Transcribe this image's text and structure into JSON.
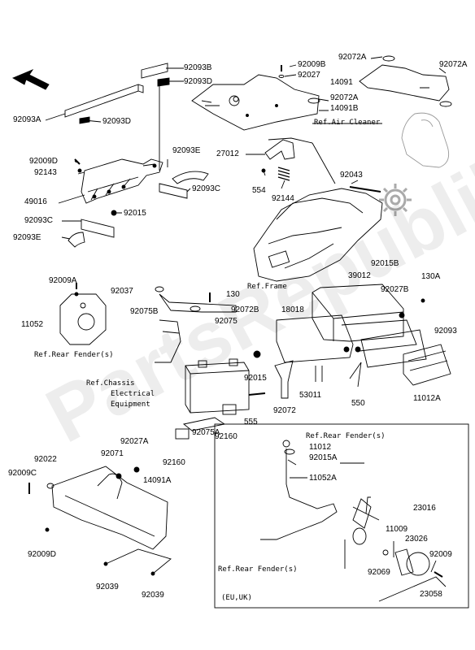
{
  "watermark": "PartsRepublik",
  "labels": [
    {
      "id": "l01",
      "text": "92093B"
    },
    {
      "id": "l02",
      "text": "92093D"
    },
    {
      "id": "l03",
      "text": "92093A"
    },
    {
      "id": "l04",
      "text": "92093D"
    },
    {
      "id": "l05",
      "text": "92009D"
    },
    {
      "id": "l06",
      "text": "92143"
    },
    {
      "id": "l07",
      "text": "92093E"
    },
    {
      "id": "l08",
      "text": "49016"
    },
    {
      "id": "l09",
      "text": "92093C"
    },
    {
      "id": "l10",
      "text": "92015"
    },
    {
      "id": "l11",
      "text": "92093C"
    },
    {
      "id": "l12",
      "text": "92093E"
    },
    {
      "id": "l13",
      "text": "92009B"
    },
    {
      "id": "l14",
      "text": "92027"
    },
    {
      "id": "l15",
      "text": "92072A"
    },
    {
      "id": "l16",
      "text": "92072A"
    },
    {
      "id": "l17",
      "text": "14091"
    },
    {
      "id": "l18",
      "text": "92072A"
    },
    {
      "id": "l19",
      "text": "14091B"
    },
    {
      "id": "l20",
      "text": "27012"
    },
    {
      "id": "l21",
      "text": "554"
    },
    {
      "id": "l22",
      "text": "92144"
    },
    {
      "id": "l23",
      "text": "92043"
    },
    {
      "id": "l24",
      "text": "92015B"
    },
    {
      "id": "l25",
      "text": "92009A"
    },
    {
      "id": "l26",
      "text": "11052"
    },
    {
      "id": "l27",
      "text": "92037"
    },
    {
      "id": "l28",
      "text": "130"
    },
    {
      "id": "l29",
      "text": "92075B"
    },
    {
      "id": "l30",
      "text": "92072B"
    },
    {
      "id": "l31",
      "text": "92075"
    },
    {
      "id": "l32",
      "text": "18018"
    },
    {
      "id": "l33",
      "text": "39012"
    },
    {
      "id": "l34",
      "text": "130A"
    },
    {
      "id": "l35",
      "text": "92027B"
    },
    {
      "id": "l36",
      "text": "92093"
    },
    {
      "id": "l37",
      "text": "92015"
    },
    {
      "id": "l38",
      "text": "53011"
    },
    {
      "id": "l39",
      "text": "550"
    },
    {
      "id": "l40",
      "text": "11012A"
    },
    {
      "id": "l41",
      "text": "92072"
    },
    {
      "id": "l42",
      "text": "555"
    },
    {
      "id": "l43",
      "text": "92160"
    },
    {
      "id": "l44",
      "text": "92075A"
    },
    {
      "id": "l45",
      "text": "92160"
    },
    {
      "id": "l46",
      "text": "92027A"
    },
    {
      "id": "l47",
      "text": "92071"
    },
    {
      "id": "l48",
      "text": "92022"
    },
    {
      "id": "l49",
      "text": "14091A"
    },
    {
      "id": "l50",
      "text": "92009C"
    },
    {
      "id": "l51",
      "text": "92009D"
    },
    {
      "id": "l52",
      "text": "92039"
    },
    {
      "id": "l53",
      "text": "92039"
    },
    {
      "id": "l54",
      "text": "11012"
    },
    {
      "id": "l55",
      "text": "92015A"
    },
    {
      "id": "l56",
      "text": "11052A"
    },
    {
      "id": "l57",
      "text": "23016"
    },
    {
      "id": "l58",
      "text": "11009"
    },
    {
      "id": "l59",
      "text": "23026"
    },
    {
      "id": "l60",
      "text": "92009"
    },
    {
      "id": "l61",
      "text": "92069"
    },
    {
      "id": "l62",
      "text": "23058"
    }
  ],
  "refs": [
    {
      "id": "r1",
      "text": "Ref.Air Cleaner"
    },
    {
      "id": "r2",
      "text": "Ref.Frame"
    },
    {
      "id": "r3",
      "text": "Ref.Rear Fender(s)"
    },
    {
      "id": "r4",
      "text": "Ref.Chassis"
    },
    {
      "id": "r5",
      "text": "Electrical"
    },
    {
      "id": "r6",
      "text": "Equipment"
    },
    {
      "id": "r7",
      "text": "Ref.Rear Fender(s)"
    },
    {
      "id": "r8",
      "text": "Ref.Rear Fender(s)"
    },
    {
      "id": "r9",
      "text": "(EU,UK)"
    }
  ]
}
